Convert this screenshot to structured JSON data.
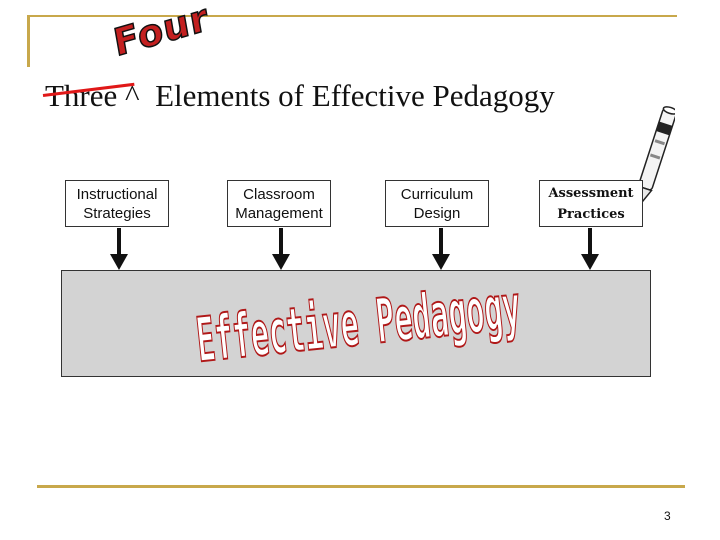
{
  "title": {
    "struck_word": "Three",
    "caret": "^",
    "rest": "Elements of Effective Pedagogy",
    "handwritten_insert": "Four"
  },
  "elements": [
    {
      "label": "Instructional\nStrategies"
    },
    {
      "label": "Classroom\nManagement"
    },
    {
      "label": "Curriculum\nDesign"
    },
    {
      "label": "Assessment\nPractices"
    }
  ],
  "center_label": "Effective Pedagogy",
  "slide_number": "3",
  "colors": {
    "frame": "#c8a84b",
    "strike": "#e01818",
    "handwriting": "#c32020",
    "wordart_fill": "#ffffff",
    "wordart_outline": "#b01818",
    "center_box": "#d3d3d3",
    "arrow": "#111111"
  },
  "icons": [
    "pen-icon",
    "arrow-down-icon"
  ]
}
